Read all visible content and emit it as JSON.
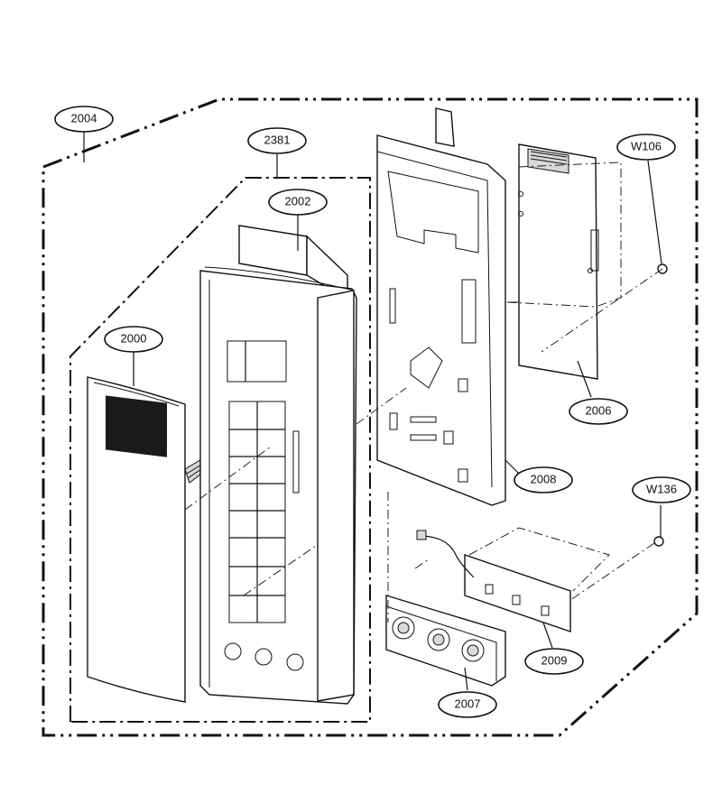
{
  "callouts": {
    "c2004": "2004",
    "c2381": "2381",
    "c2002": "2002",
    "c2000": "2000",
    "cW106": "W106",
    "c2006": "2006",
    "c2008": "2008",
    "cW136": "W136",
    "c2009": "2009",
    "c2007": "2007"
  }
}
